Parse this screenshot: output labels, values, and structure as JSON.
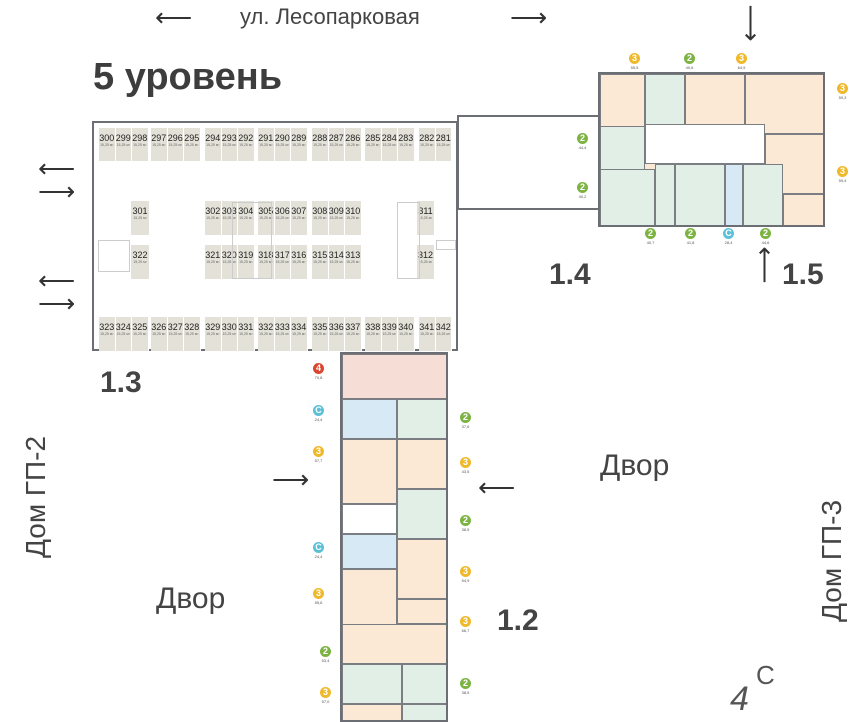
{
  "street": "ул. Лесопарковая",
  "level_title": "5 уровень",
  "sections": {
    "s13": "1.3",
    "s14": "1.4",
    "s15": "1.5",
    "s12": "1.2"
  },
  "yards": {
    "right": "Двор",
    "left": "Двор"
  },
  "houses": {
    "left": "Дом ГП-2",
    "right": "Дом ГП-3"
  },
  "compass": "С",
  "parking": {
    "area": "15,25 м²",
    "top_row": [
      [
        "300",
        "299",
        "298"
      ],
      [
        "297",
        "296",
        "295"
      ],
      [
        "294",
        "293",
        "292"
      ],
      [
        "291",
        "290",
        "289"
      ],
      [
        "288",
        "287",
        "286"
      ],
      [
        "285",
        "284",
        "283"
      ],
      [
        "282",
        "281"
      ]
    ],
    "mid_upper": [
      [
        "302",
        "303",
        "304"
      ],
      [
        "305",
        "306",
        "307"
      ],
      [
        "308",
        "309",
        "310"
      ]
    ],
    "mid_lower": [
      [
        "321",
        "320",
        "319"
      ],
      [
        "318",
        "317",
        "316"
      ],
      [
        "315",
        "314",
        "313"
      ]
    ],
    "left_upper": "301",
    "left_lower": "322",
    "right_upper": "311",
    "right_lower": "312",
    "bottom_row": [
      [
        "323",
        "324",
        "325"
      ],
      [
        "326",
        "327",
        "328"
      ],
      [
        "329",
        "330",
        "331"
      ],
      [
        "332",
        "333",
        "334"
      ],
      [
        "335",
        "336",
        "337"
      ],
      [
        "338",
        "339",
        "340"
      ],
      [
        "341",
        "342"
      ]
    ]
  },
  "colors": {
    "r3": "#f0b92b",
    "r2": "#7cb342",
    "rC": "#5cc0d8",
    "r4": "#d9452f"
  },
  "apartments_15": [
    {
      "rooms": "3",
      "area": "55,5"
    },
    {
      "rooms": "2",
      "area": "40,6"
    },
    {
      "rooms": "3",
      "area": "64,9"
    },
    {
      "rooms": "3",
      "area": "59,3"
    },
    {
      "rooms": "3",
      "area": "59,4"
    },
    {
      "rooms": "2",
      "area": "44,4"
    },
    {
      "rooms": "2",
      "area": "40,2"
    },
    {
      "rooms": "2",
      "area": "40,7"
    },
    {
      "rooms": "2",
      "area": "41,8"
    },
    {
      "rooms": "C",
      "area": "28,4"
    },
    {
      "rooms": "2",
      "area": "44,6"
    }
  ],
  "apartments_12": [
    {
      "rooms": "4",
      "area": "70,8"
    },
    {
      "rooms": "C",
      "area": "24,4"
    },
    {
      "rooms": "3",
      "area": "57,7"
    },
    {
      "rooms": "C",
      "area": "24,4"
    },
    {
      "rooms": "3",
      "area": "55,6"
    },
    {
      "rooms": "2",
      "area": "53,4"
    },
    {
      "rooms": "3",
      "area": "57,0"
    },
    {
      "rooms": "2",
      "area": "37,6"
    },
    {
      "rooms": "3",
      "area": "43,5"
    },
    {
      "rooms": "2",
      "area": "38,5"
    },
    {
      "rooms": "3",
      "area": "54,9"
    },
    {
      "rooms": "3",
      "area": "66,7"
    },
    {
      "rooms": "2",
      "area": "38,5"
    }
  ]
}
